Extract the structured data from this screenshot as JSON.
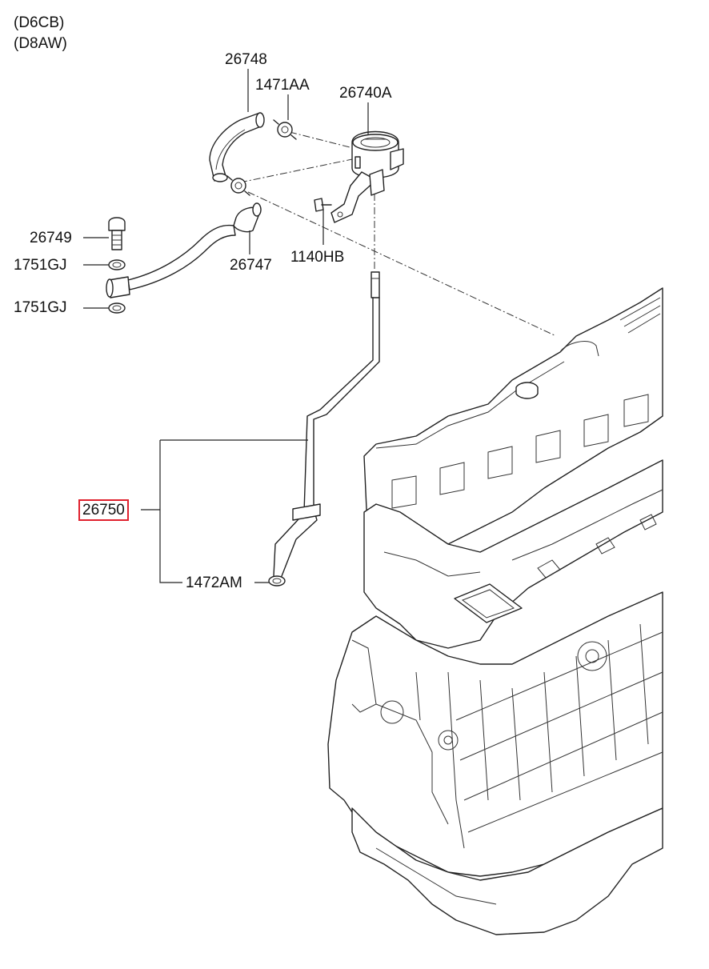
{
  "header": {
    "model_line_1": "(D6CB)",
    "model_line_2": "(D8AW)"
  },
  "parts": [
    {
      "id": "p26748",
      "code": "26748"
    },
    {
      "id": "p1471AA",
      "code": "1471AA"
    },
    {
      "id": "p26740A",
      "code": "26740A"
    },
    {
      "id": "p26749",
      "code": "26749"
    },
    {
      "id": "p1751GJ_a",
      "code": "1751GJ"
    },
    {
      "id": "p1751GJ_b",
      "code": "1751GJ"
    },
    {
      "id": "p26747",
      "code": "26747"
    },
    {
      "id": "p1140HB",
      "code": "1140HB"
    },
    {
      "id": "p26750",
      "code": "26750",
      "highlighted": true
    },
    {
      "id": "p1472AM",
      "code": "1472AM"
    }
  ],
  "colors": {
    "highlight": "#e0212e",
    "line": "#222222"
  }
}
